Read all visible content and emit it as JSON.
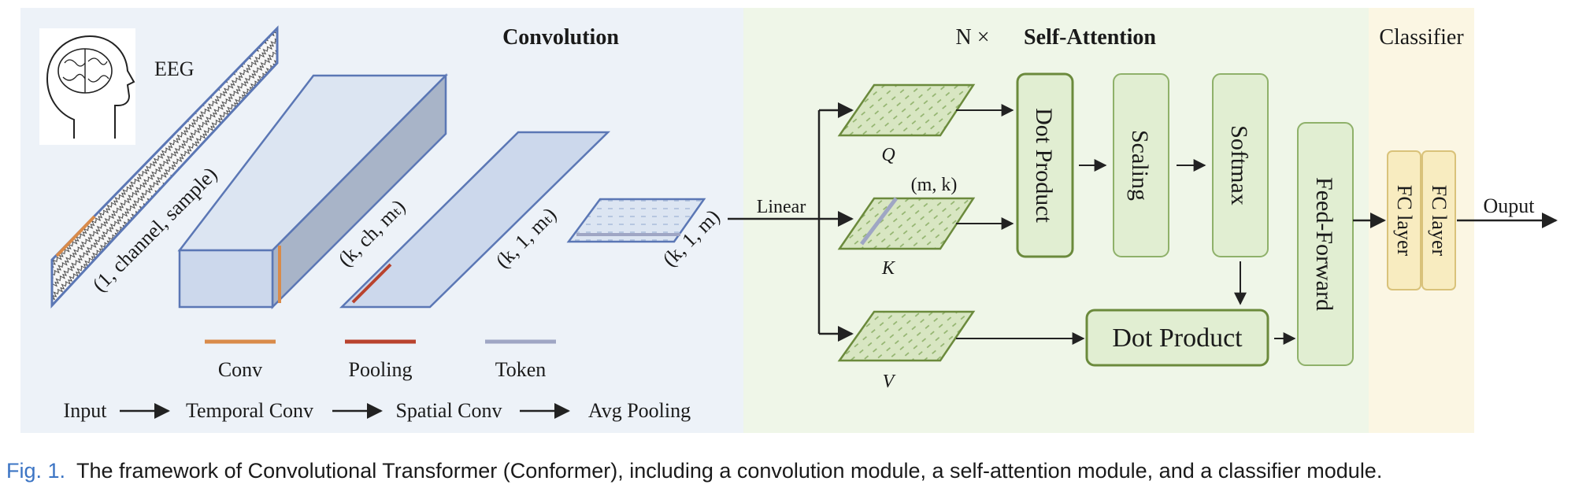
{
  "colors": {
    "conv_bg": "#edf2f8",
    "attn_bg": "#eff6e8",
    "cls_bg": "#fbf6e3",
    "slab_fill": "#ccd8ec",
    "slab_stroke": "#5b77b5",
    "attn_box_fill": "#e1eed2",
    "attn_box_stroke": "#6b8a3c",
    "qkv_fill": "#d8e6c2",
    "qkv_stroke": "#6b8a3c",
    "fc_fill": "#f8ecc0",
    "fc_stroke": "#d9c27a",
    "conv_legend": "#d98b4a",
    "pooling_legend": "#b9432e",
    "token_legend": "#9fa6c4",
    "caption_label": "#3b74c4"
  },
  "sections": {
    "convolution": "Convolution",
    "n_times": "N ×",
    "self_attention": "Self-Attention",
    "classifier": "Classifier"
  },
  "convolution": {
    "eeg_label": "EEG",
    "eeg_icon": "head-with-brain-icon",
    "dim_input": "(1, channel, sample)",
    "dim_conv": "(k, ch, mₜ)",
    "dim_pool": "(k, 1, mₜ)",
    "dim_token": "(k, 1, m)",
    "legend": [
      {
        "label": "Conv"
      },
      {
        "label": "Pooling"
      },
      {
        "label": "Token"
      }
    ],
    "pipeline": [
      "Input",
      "Temporal Conv",
      "Spatial Conv",
      "Avg Pooling"
    ]
  },
  "attention": {
    "linear_label": "Linear",
    "q": "Q",
    "k": "K",
    "v": "V",
    "k_dim": "(m, k)",
    "dot_product_1": "Dot Product",
    "scaling": "Scaling",
    "softmax": "Softmax",
    "dot_product_2": "Dot Product",
    "feed_forward": "Feed-Forward"
  },
  "classifier": {
    "fc1": "FC layer",
    "fc2": "FC layer",
    "output": "Ouput"
  },
  "caption": {
    "label": "Fig. 1.",
    "text": "The framework of Convolutional Transformer (Conformer), including a convolution module, a self-attention module, and a classifier module."
  }
}
